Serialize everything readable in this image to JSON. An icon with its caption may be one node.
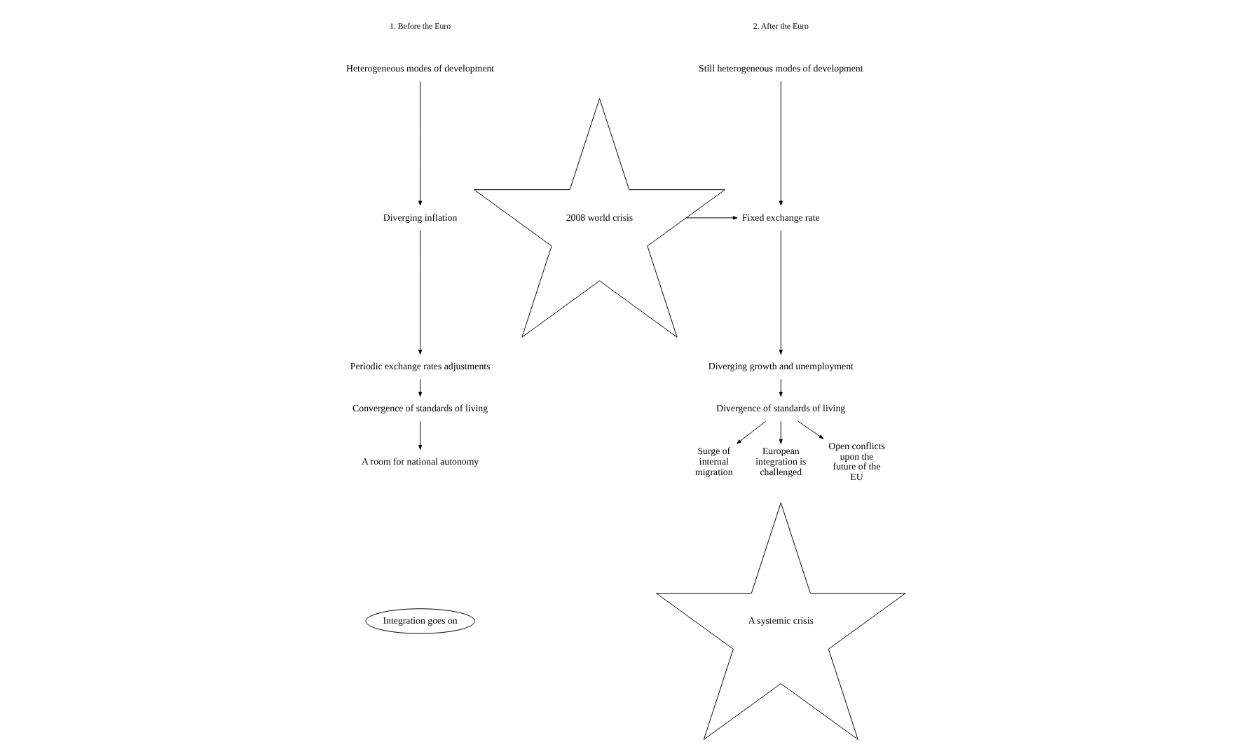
{
  "diagram": {
    "nodes": [
      {
        "text": [
          "Heterogeneous modes of development"
        ]
      },
      {
        "text": [
          "Diverging inflation"
        ]
      },
      {
        "text": [
          "Periodic exchange rates adjustments"
        ]
      },
      {
        "text": [
          "Convergence of standards of living"
        ]
      },
      {
        "text": [
          "A room for national autonomy"
        ]
      },
      {
        "text": [
          "Integration goes on"
        ]
      },
      {
        "text": [
          "Still heterogeneous modes of development"
        ]
      },
      {
        "text": [
          "Fixed exchange rate"
        ]
      },
      {
        "text": [
          "2008 world crisis"
        ]
      },
      {
        "text": [
          "Diverging growth and unemployment"
        ]
      },
      {
        "text": [
          "Divergence of standards of living"
        ]
      },
      {
        "text": [
          "Surge of internal migration"
        ]
      },
      {
        "text": [
          "European integration is challenged"
        ]
      },
      {
        "text": [
          "Open conflicts upon the future of the EU"
        ]
      },
      {
        "text": [
          "A systemic crisis"
        ]
      }
    ],
    "edges": [
      {
        "from": 0,
        "to": 1,
        "arrow": "to"
      },
      {
        "from": 1,
        "to": 2,
        "arrow": "to"
      },
      {
        "from": 2,
        "to": 3,
        "arrow": "to"
      },
      {
        "from": 3,
        "to": 4,
        "arrow": "to"
      },
      {
        "from": 6,
        "to": 7,
        "arrow": "to"
      },
      {
        "from": 8,
        "to": 7,
        "arrow": "to"
      },
      {
        "from": 7,
        "to": 9,
        "arrow": "to"
      },
      {
        "from": 9,
        "to": 10,
        "arrow": "to"
      },
      {
        "from": 10,
        "to": 11,
        "arrow": "to"
      },
      {
        "from": 10,
        "to": 12,
        "arrow": "to"
      },
      {
        "from": 10,
        "to": 13,
        "arrow": "to"
      }
    ],
    "labels": [
      "1. Before the Euro",
      "2. After the Euro"
    ]
  }
}
